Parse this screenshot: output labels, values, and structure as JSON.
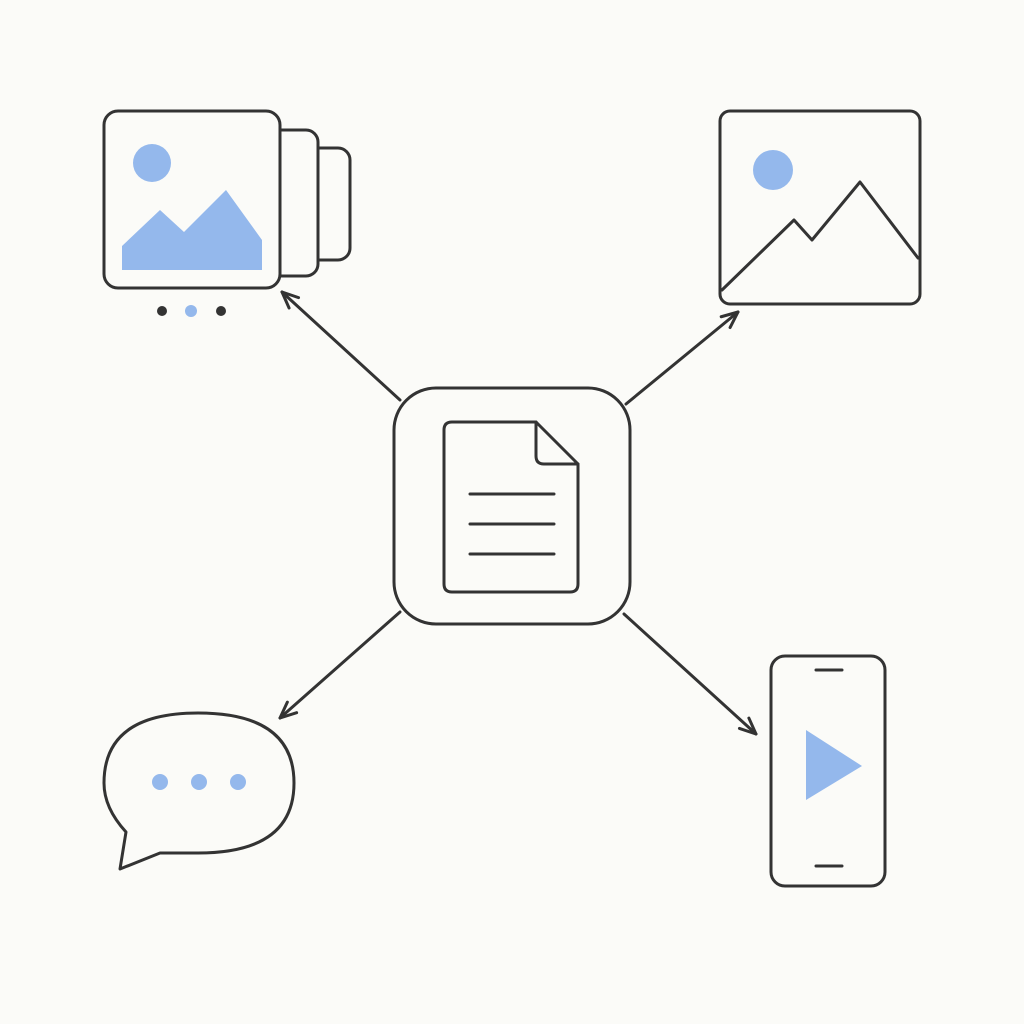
{
  "colors": {
    "background": "#fbfbf8",
    "stroke": "#333333",
    "accent": "#94b8ec"
  },
  "diagram": {
    "hub": {
      "icon": "document-icon",
      "container": "rounded-square"
    },
    "nodes": [
      {
        "id": "carousel",
        "icon": "image-carousel-icon",
        "carousel_dots": 3,
        "active_dot": 2
      },
      {
        "id": "image",
        "icon": "landscape-image-icon"
      },
      {
        "id": "chat",
        "icon": "chat-bubble-icon",
        "dots": 3
      },
      {
        "id": "video",
        "icon": "mobile-video-icon"
      }
    ],
    "connections": [
      {
        "from": "hub",
        "to": "carousel",
        "arrow": "end"
      },
      {
        "from": "hub",
        "to": "image",
        "arrow": "end"
      },
      {
        "from": "hub",
        "to": "chat",
        "arrow": "end"
      },
      {
        "from": "hub",
        "to": "video",
        "arrow": "end"
      }
    ]
  }
}
